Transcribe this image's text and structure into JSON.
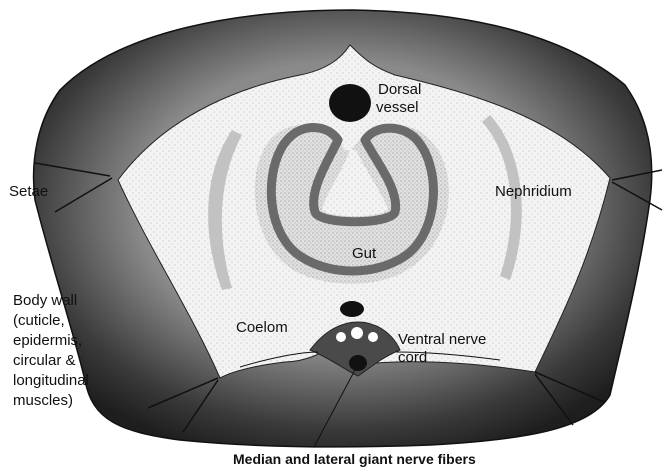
{
  "labels": {
    "dorsal_vessel_1": "Dorsal",
    "dorsal_vessel_2": "vessel",
    "setae": "Setae",
    "nephridium": "Nephridium",
    "gut": "Gut",
    "body_wall_1": "Body wall",
    "body_wall_2": "(cuticle,",
    "body_wall_3": "epidermis,",
    "body_wall_4": "circular &",
    "body_wall_5": "longitudinal",
    "body_wall_6": "muscles)",
    "coelom": "Coelom",
    "ventral_nerve_1": "Ventral nerve",
    "ventral_nerve_2": "cord",
    "giant_fibers": "Median and lateral giant nerve fibers"
  },
  "colors": {
    "body_wall_dark": "#2a2a2a",
    "body_wall_mid": "#6e6e6e",
    "coelom_fill": "#eeeeee",
    "gut_wall": "#6a6a6a",
    "nephridium": "#c9c9c9",
    "vessel": "#111111"
  }
}
